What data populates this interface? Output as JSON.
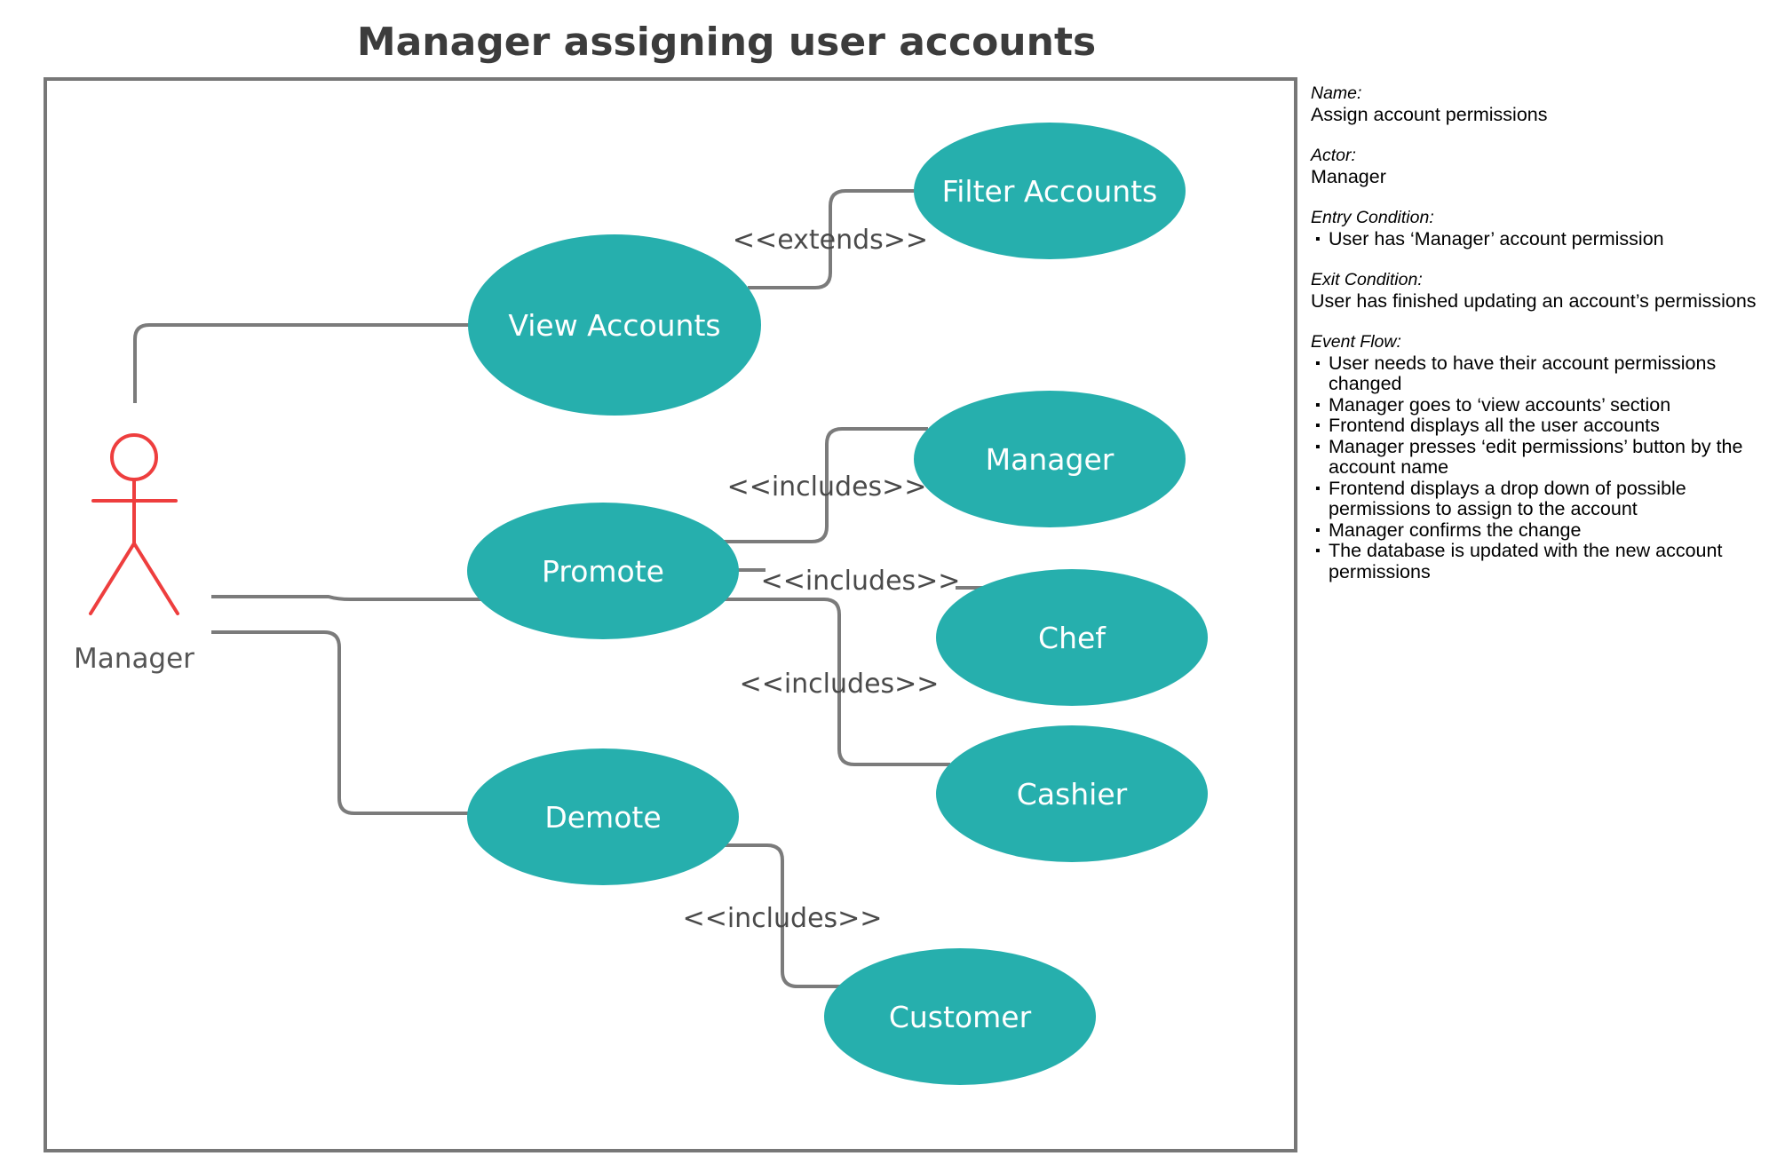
{
  "title": "Manager assigning user accounts",
  "actor": {
    "name": "Manager"
  },
  "use_cases": {
    "view_accounts": "View Accounts",
    "filter_accounts": "Filter Accounts",
    "promote": "Promote",
    "demote": "Demote",
    "manager": "Manager",
    "chef": "Chef",
    "cashier": "Cashier",
    "customer": "Customer"
  },
  "relations": {
    "extends": "<<extends>>",
    "includes_manager": "<<includes>>",
    "includes_chef": "<<includes>>",
    "includes_cashier": "<<includes>>",
    "includes_customer": "<<includes>>"
  },
  "spec": {
    "name_label": "Name:",
    "name_value": "Assign account permissions",
    "actor_label": "Actor:",
    "actor_value": "Manager",
    "entry_label": "Entry Condition:",
    "entry_items": [
      "User has ‘Manager’ account permission"
    ],
    "exit_label": "Exit Condition:",
    "exit_value": "User has finished updating an account’s permissions",
    "flow_label": "Event Flow:",
    "flow_items": [
      "User needs to have their account permissions changed",
      "Manager goes to ‘view accounts’ section",
      "Frontend displays all the user accounts",
      "Manager presses ‘edit permissions’ button by the account name",
      "Frontend displays a drop down of possible permissions to assign to the account",
      "Manager confirms the change",
      "The database is updated with the new account permissions"
    ]
  },
  "colors": {
    "use_case_fill": "#26afad",
    "actor_stroke": "#ee3e3e",
    "connector": "#7b7b7b",
    "frame": "#777777"
  }
}
